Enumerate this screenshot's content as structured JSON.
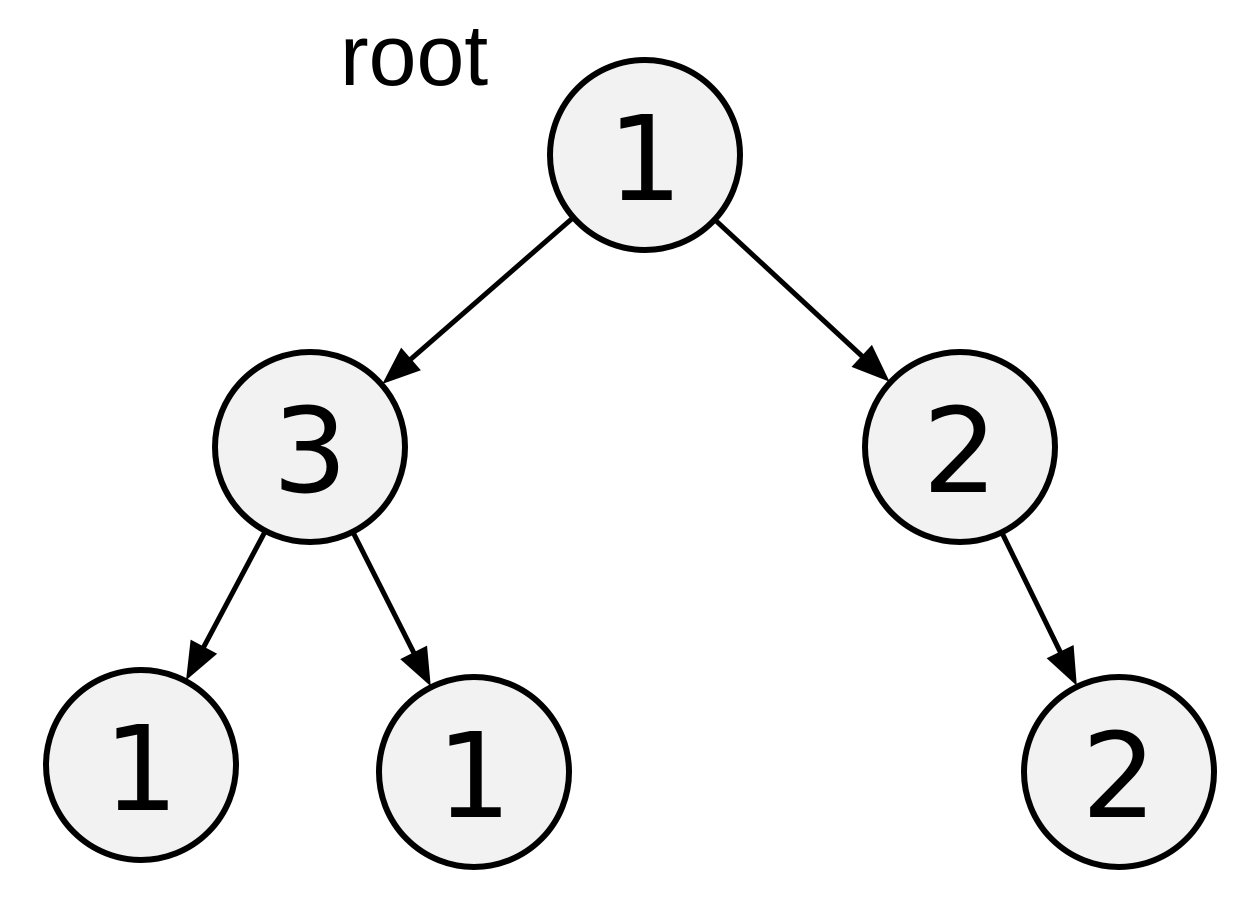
{
  "diagram": {
    "root_label": "root",
    "nodes": [
      {
        "id": "n0",
        "value": "1"
      },
      {
        "id": "n1",
        "value": "3"
      },
      {
        "id": "n2",
        "value": "2"
      },
      {
        "id": "n3",
        "value": "1"
      },
      {
        "id": "n4",
        "value": "1"
      },
      {
        "id": "n5",
        "value": "2"
      }
    ],
    "edges": [
      {
        "from": "n0",
        "to": "n1"
      },
      {
        "from": "n0",
        "to": "n2"
      },
      {
        "from": "n1",
        "to": "n3"
      },
      {
        "from": "n1",
        "to": "n4"
      },
      {
        "from": "n2",
        "to": "n5"
      }
    ],
    "colors": {
      "node_fill": "#f2f2f2",
      "stroke": "#000000"
    }
  }
}
